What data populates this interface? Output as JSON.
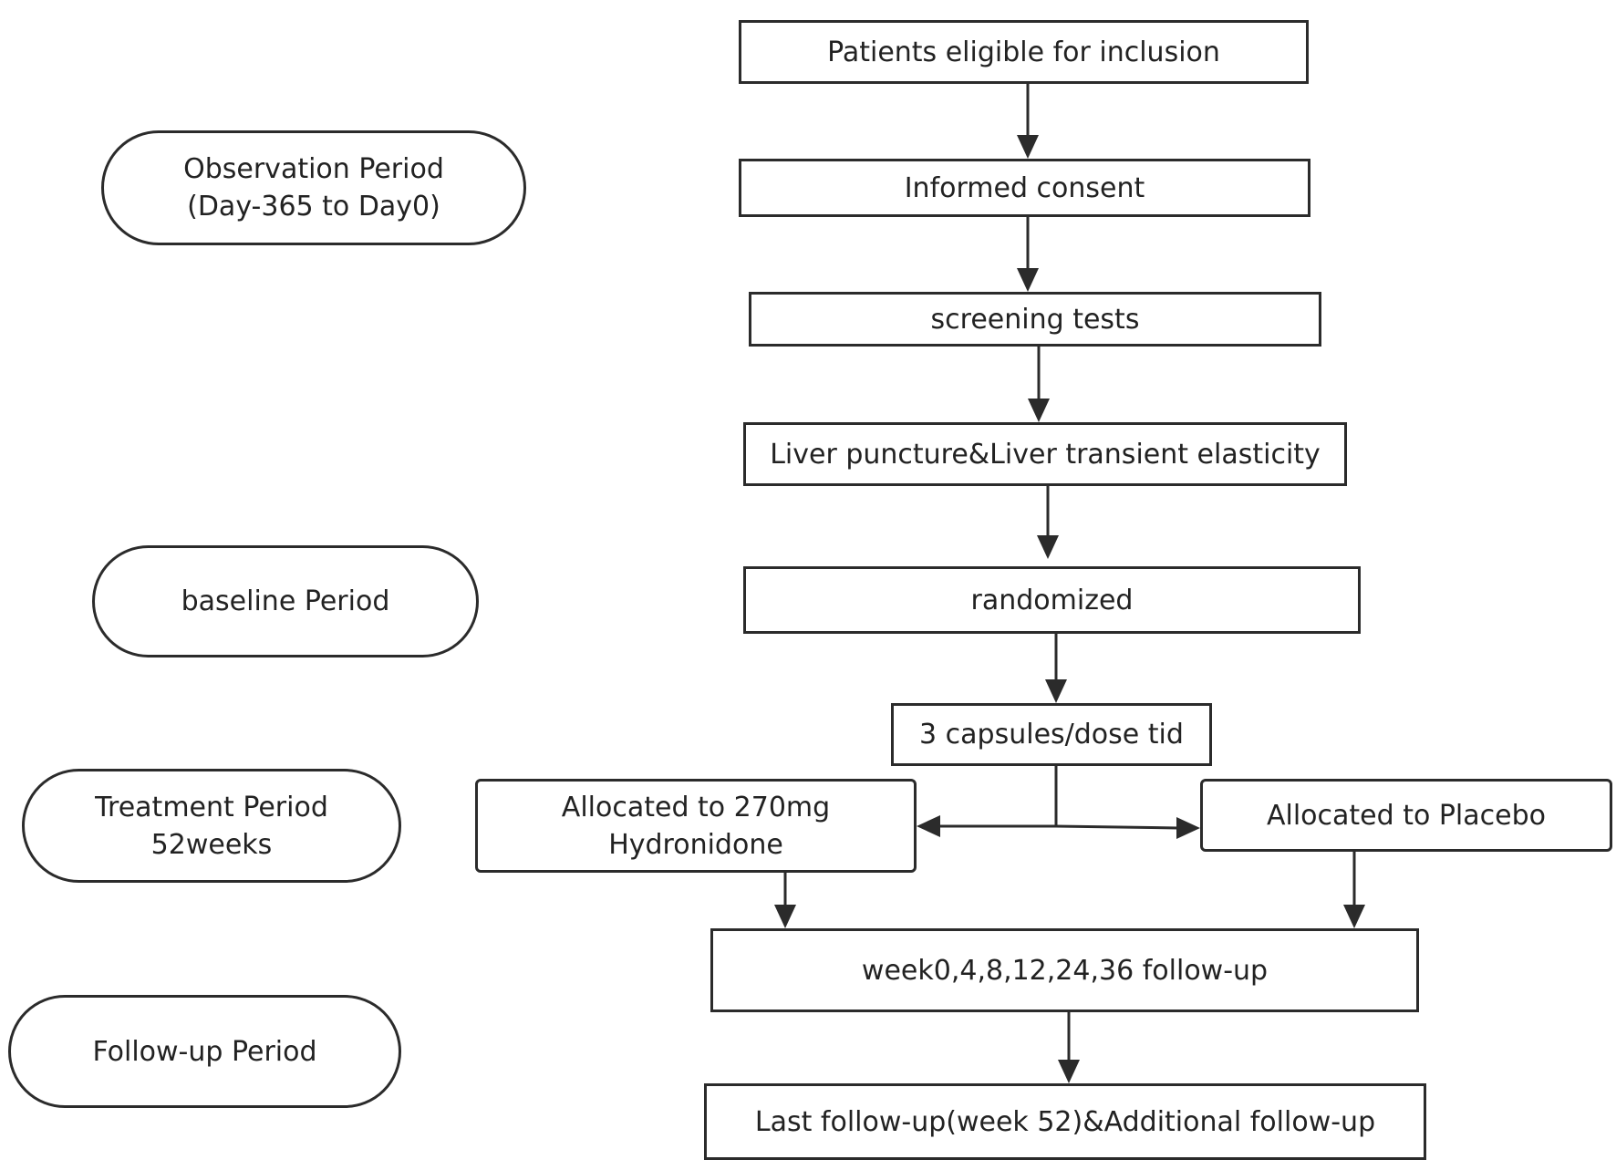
{
  "flow": {
    "patients": "Patients eligible for inclusion",
    "consent": "Informed consent",
    "screening": "screening tests",
    "liver": "Liver puncture&Liver transient elasticity",
    "randomized": "randomized",
    "capsules": "3 capsules/dose tid",
    "hydronidone": "Allocated to 270mg\nHydronidone",
    "placebo": "Allocated to Placebo",
    "followup_weeks": "week0,4,8,12,24,36 follow-up",
    "last_followup": "Last follow-up(week 52)&Additional follow-up"
  },
  "periods": {
    "observation": "Observation Period\n(Day-365 to Day0)",
    "baseline": "baseline Period",
    "treatment": "Treatment Period\n52weeks",
    "followup": "Follow-up Period"
  },
  "colors": {
    "stroke": "#2b2b2b",
    "text": "#222222",
    "background": "#ffffff"
  }
}
